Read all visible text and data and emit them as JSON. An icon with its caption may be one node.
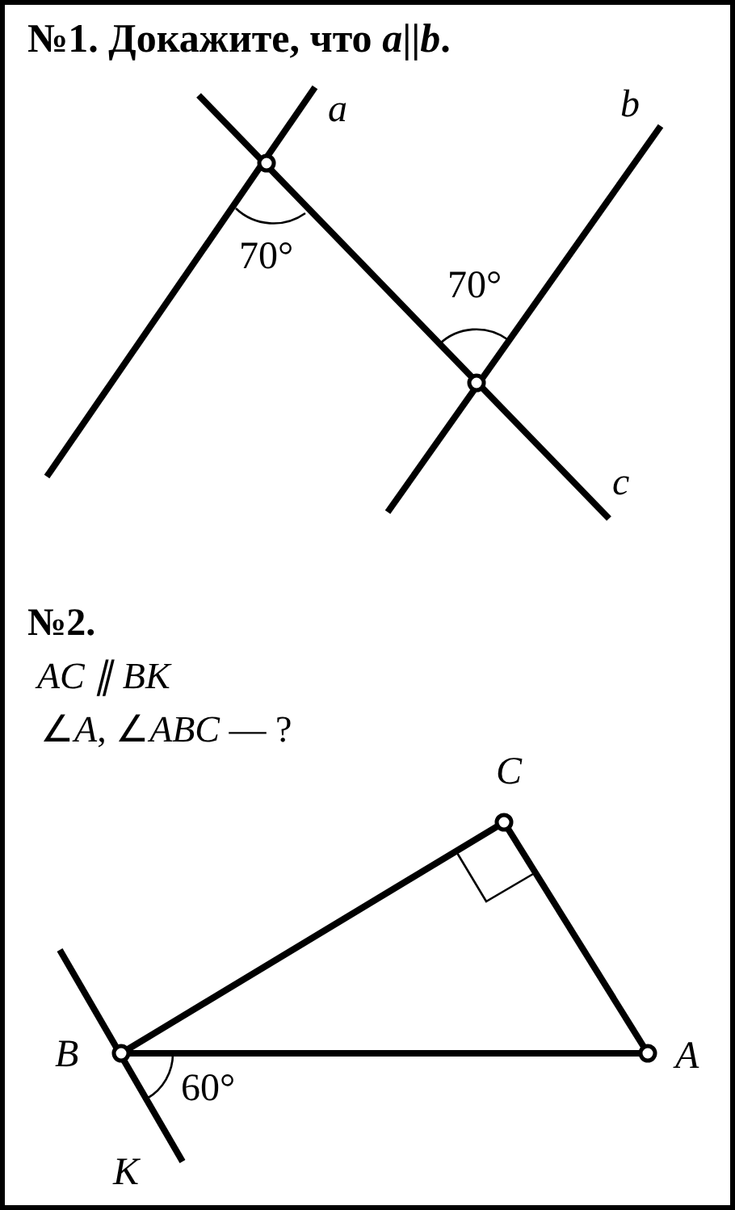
{
  "diagram": {
    "title": "№1. Докажите, что *a*||*b*.",
    "labels": [
      "a",
      "b",
      "70°",
      "70°",
      "c",
      "№2.",
      "AC ∥ BK",
      "∠*A*, ∠*ABC* — ?",
      "C",
      "B",
      "A",
      "60°",
      "K"
    ]
  }
}
